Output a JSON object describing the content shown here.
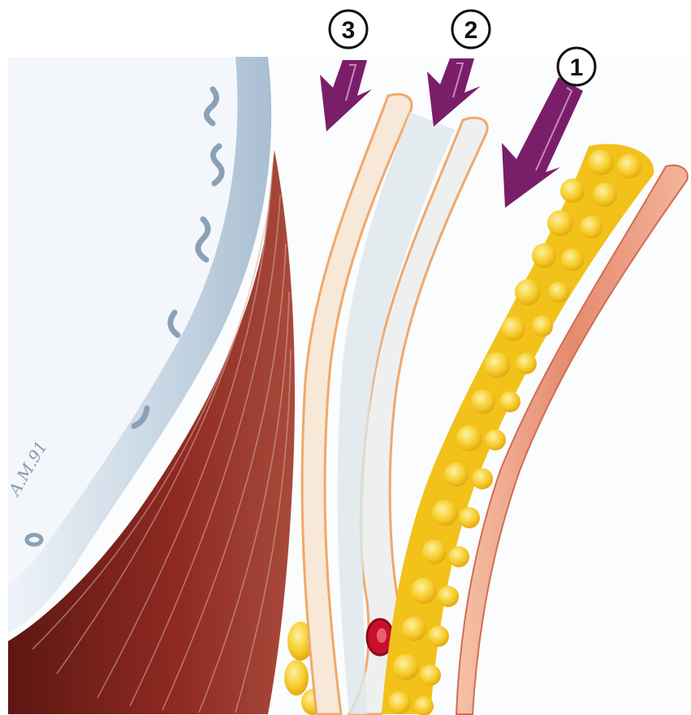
{
  "markers": [
    {
      "id": "marker-1",
      "label": "1"
    },
    {
      "id": "marker-2",
      "label": "2"
    },
    {
      "id": "marker-3",
      "label": "3"
    }
  ],
  "signature": {
    "text": "A.M.91"
  },
  "colors": {
    "arrow": "#7a1e6a",
    "fat": "#f2c21a",
    "skin": "#e58a6f",
    "muscle": "#8f2a22",
    "fascia": "#f0a86a",
    "bone": "#b9ccdc",
    "vessel": "#c8102e"
  }
}
